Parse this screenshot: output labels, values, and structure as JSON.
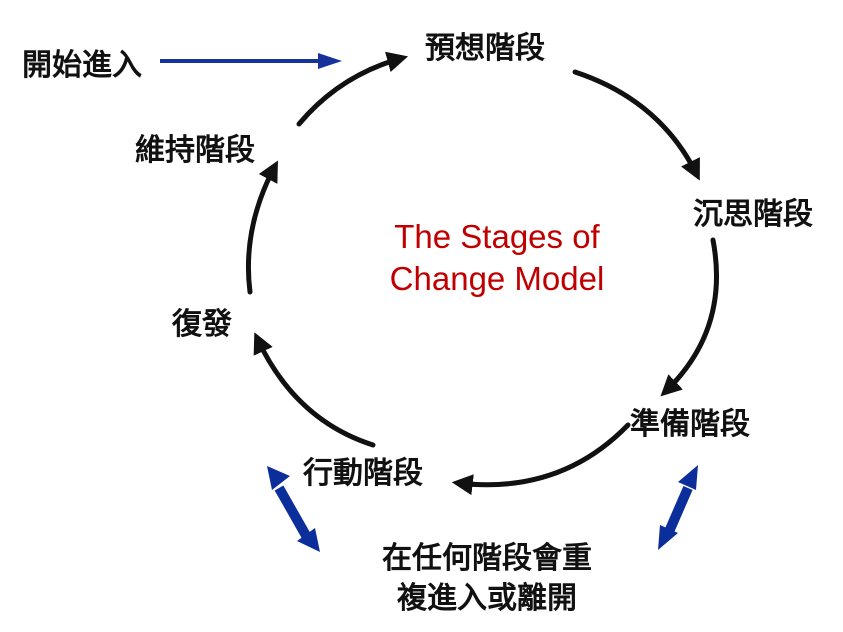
{
  "entry": {
    "label": "開始進入",
    "arrow_color": "#17339b"
  },
  "stages": {
    "precontemplation": "預想階段",
    "contemplation": "沉思階段",
    "preparation": "準備階段",
    "action": "行動階段",
    "relapse": "復發",
    "maintenance": "維持階段"
  },
  "center": {
    "line1": "The Stages of",
    "line2": "Change Model",
    "color": "#c00000"
  },
  "note": {
    "line1": "在任何階段會重",
    "line2": "複進入或離開",
    "arrow_color": "#0b2e9b"
  },
  "arrow_color": "#111111"
}
